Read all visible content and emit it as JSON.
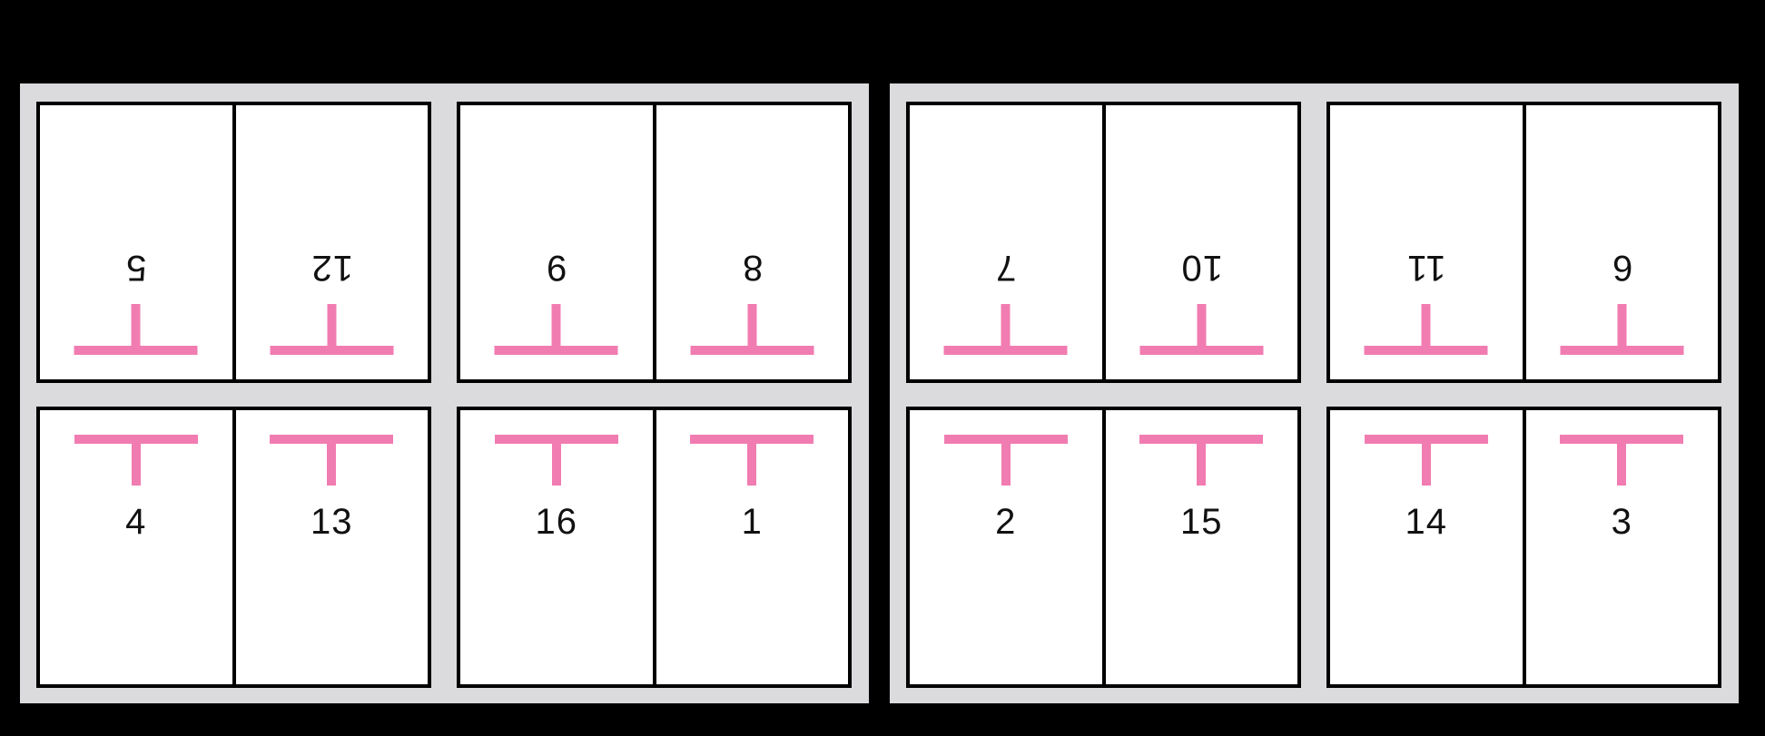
{
  "figure": {
    "description": "16-page imposition layout diagram: two press sheets, each with four two-page panels; head-to-head top rows rotated 180 degrees; pink T-shaped fold marks at the spine side of every page",
    "background_color": "#000000",
    "sheet_color": "#DBDBDD",
    "page_color": "#FFFFFF",
    "line_color": "#000000",
    "mark_color": "#F17CB1",
    "mark_icon": "t-fold-mark"
  },
  "sheets": [
    {
      "id": "sheet-1",
      "rows": [
        {
          "orientation": "rotated-180",
          "pages": [
            {
              "number": "5"
            },
            {
              "number": "12"
            },
            {
              "number": "9"
            },
            {
              "number": "8"
            }
          ]
        },
        {
          "orientation": "upright",
          "pages": [
            {
              "number": "4"
            },
            {
              "number": "13"
            },
            {
              "number": "16"
            },
            {
              "number": "1"
            }
          ]
        }
      ]
    },
    {
      "id": "sheet-2",
      "rows": [
        {
          "orientation": "rotated-180",
          "pages": [
            {
              "number": "7"
            },
            {
              "number": "10"
            },
            {
              "number": "11"
            },
            {
              "number": "6"
            }
          ]
        },
        {
          "orientation": "upright",
          "pages": [
            {
              "number": "2"
            },
            {
              "number": "15"
            },
            {
              "number": "14"
            },
            {
              "number": "3"
            }
          ]
        }
      ]
    }
  ]
}
